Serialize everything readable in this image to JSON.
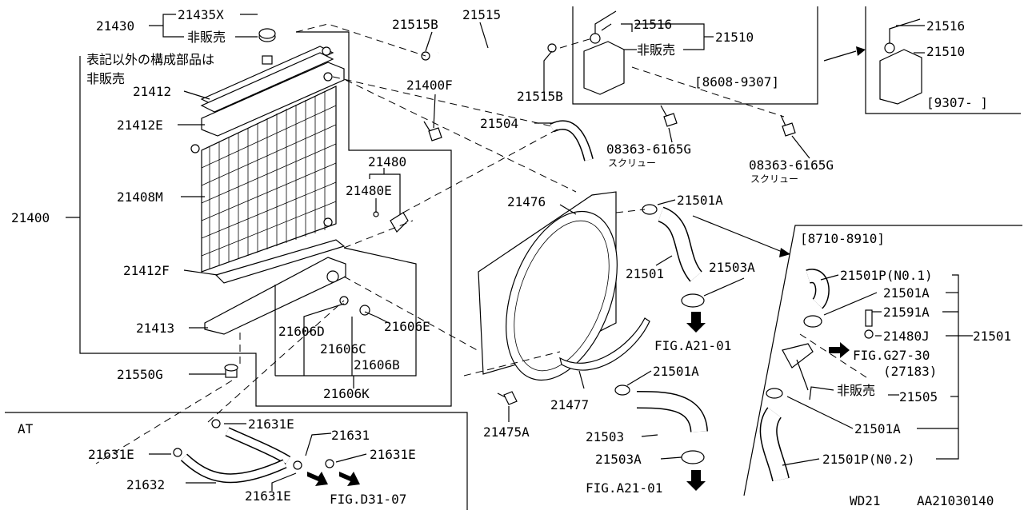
{
  "labels": {
    "p21430": "21430",
    "p21435x": "21435X",
    "not_sold_1": "非販売",
    "note_line1": "表記以外の構成部品は",
    "note_line2": "非販売",
    "p21412": "21412",
    "p21412e": "21412E",
    "p21408m": "21408M",
    "p21400": "21400",
    "p21412f": "21412F",
    "p21413": "21413",
    "p21550g": "21550G",
    "p21515b_top": "21515B",
    "p21515": "21515",
    "p21515b_bottom": "21515B",
    "p21400f": "21400F",
    "p21504": "21504",
    "p21480": "21480",
    "p21480e": "21480E",
    "p21606d": "21606D",
    "p21606e": "21606E",
    "p21606c": "21606C",
    "p21606b": "21606B",
    "p21606k": "21606K",
    "p21516_a": "21516",
    "not_sold_2": "非販売",
    "p21510_a": "21510",
    "date_a": "[8608-9307]",
    "p21516_b": "21516",
    "p21510_b": "21510",
    "date_b": "[9307-   ]",
    "bolt_a": "08363-6165G",
    "screw_a": "スクリュー",
    "bolt_b": "08363-6165G",
    "screw_b": "スクリュー",
    "p21476": "21476",
    "p21501a_1": "21501A",
    "p21501": "21501",
    "p21503a_1": "21503A",
    "fig_a21_1": "FIG.A21-01",
    "p21501a_2": "21501A",
    "p21477": "21477",
    "p21475a": "21475A",
    "p21503": "21503",
    "p21503a_2": "21503A",
    "fig_a21_2": "FIG.A21-01",
    "date_c": "[8710-8910]",
    "p21501p_1": "21501P(N0.1)",
    "p21501a_3": "21501A",
    "p21591a": "21591A",
    "p21480j": "21480J",
    "p21501_r": "21501",
    "fig_g27": "FIG.G27-30",
    "p27183": "(27183)",
    "not_sold_3": "非販売",
    "p21505": "21505",
    "p21501a_4": "21501A",
    "p21501p_2": "21501P(N0.2)",
    "at": "AT",
    "p21631e_1": "21631E",
    "p21631": "21631",
    "p21631e_2": "21631E",
    "p21631e_3": "21631E",
    "p21632": "21632",
    "p21631e_4": "21631E",
    "fig_d31": "FIG.D31-07",
    "footer_left": "WD21",
    "footer_right": "AA21030140"
  }
}
